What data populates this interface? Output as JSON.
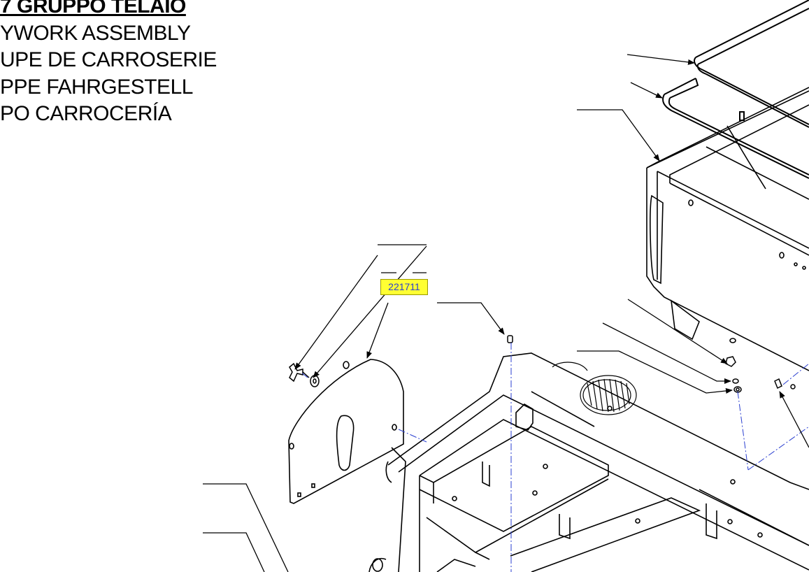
{
  "titles": {
    "it": "7 GRUPPO TELAIO",
    "en": "YWORK ASSEMBLY",
    "fr": "UPE DE CARROSERIE",
    "de": "PPE FAHRGESTELL",
    "es": "PO CARROCERÍA"
  },
  "part_label": "221711",
  "colors": {
    "label_bg": "#ffff33",
    "label_text": "#2a3fd0",
    "centerline": "#2a3fd0",
    "line": "#000000"
  }
}
